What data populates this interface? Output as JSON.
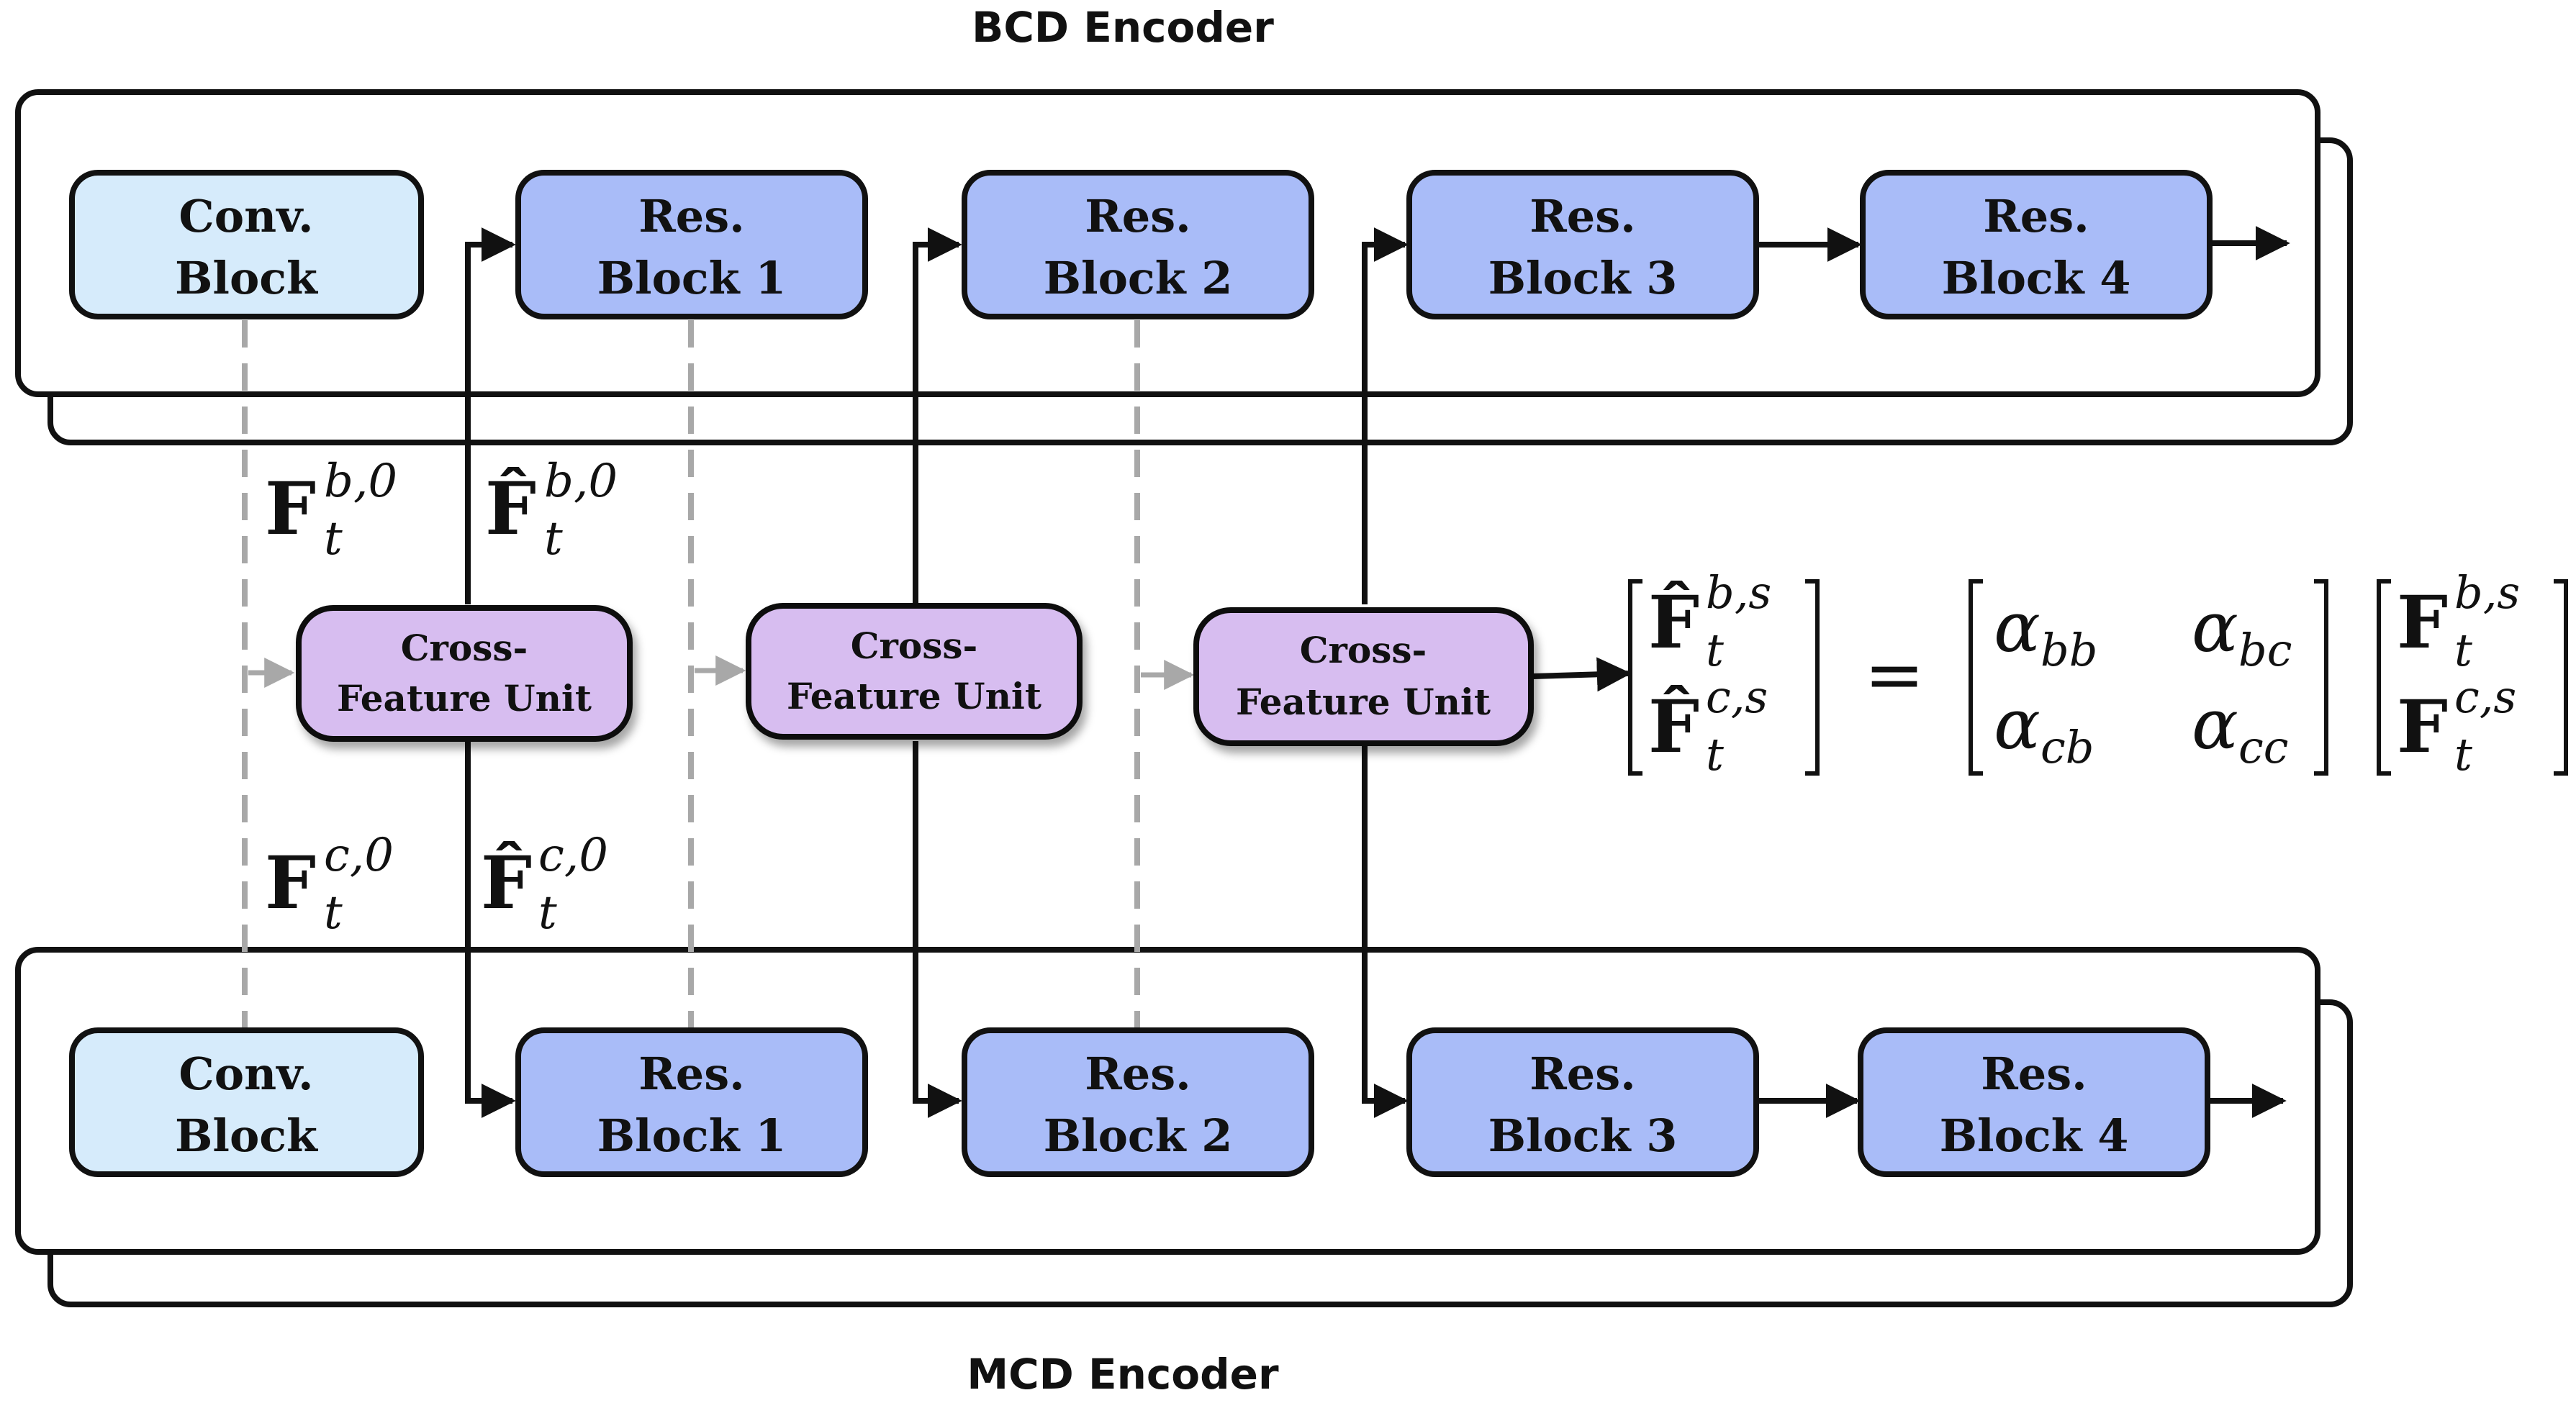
{
  "title_top": "BCD Encoder",
  "title_bottom": "MCD Encoder",
  "colors": {
    "conv_fill": "#d6ebfb",
    "res_fill": "#a9bcf8",
    "cfu_fill": "#d7bdf0",
    "stroke": "#111111",
    "dash": "#a8a8a8"
  },
  "bcd": {
    "conv": {
      "line1": "Conv.",
      "line2": "Block"
    },
    "res": [
      {
        "line1": "Res.",
        "line2": "Block 1"
      },
      {
        "line1": "Res.",
        "line2": "Block 2"
      },
      {
        "line1": "Res.",
        "line2": "Block 3"
      },
      {
        "line1": "Res.",
        "line2": "Block 4"
      }
    ]
  },
  "mcd": {
    "conv": {
      "line1": "Conv.",
      "line2": "Block"
    },
    "res": [
      {
        "line1": "Res.",
        "line2": "Block 1"
      },
      {
        "line1": "Res.",
        "line2": "Block 2"
      },
      {
        "line1": "Res.",
        "line2": "Block 3"
      },
      {
        "line1": "Res.",
        "line2": "Block 4"
      }
    ]
  },
  "cfu": [
    {
      "line1": "Cross-",
      "line2": "Feature Unit"
    },
    {
      "line1": "Cross-",
      "line2": "Feature Unit"
    },
    {
      "line1": "Cross-",
      "line2": "Feature Unit"
    }
  ],
  "math": {
    "F": "F",
    "Fhat": "F̂",
    "sub_t": "t",
    "sup_b0": "b,0",
    "sup_c0": "c,0",
    "sup_bs": "b,s",
    "sup_cs": "c,s",
    "equals": "=",
    "alpha": "α",
    "a_bb": "bb",
    "a_bc": "bc",
    "a_cb": "cb",
    "a_cc": "cc"
  }
}
